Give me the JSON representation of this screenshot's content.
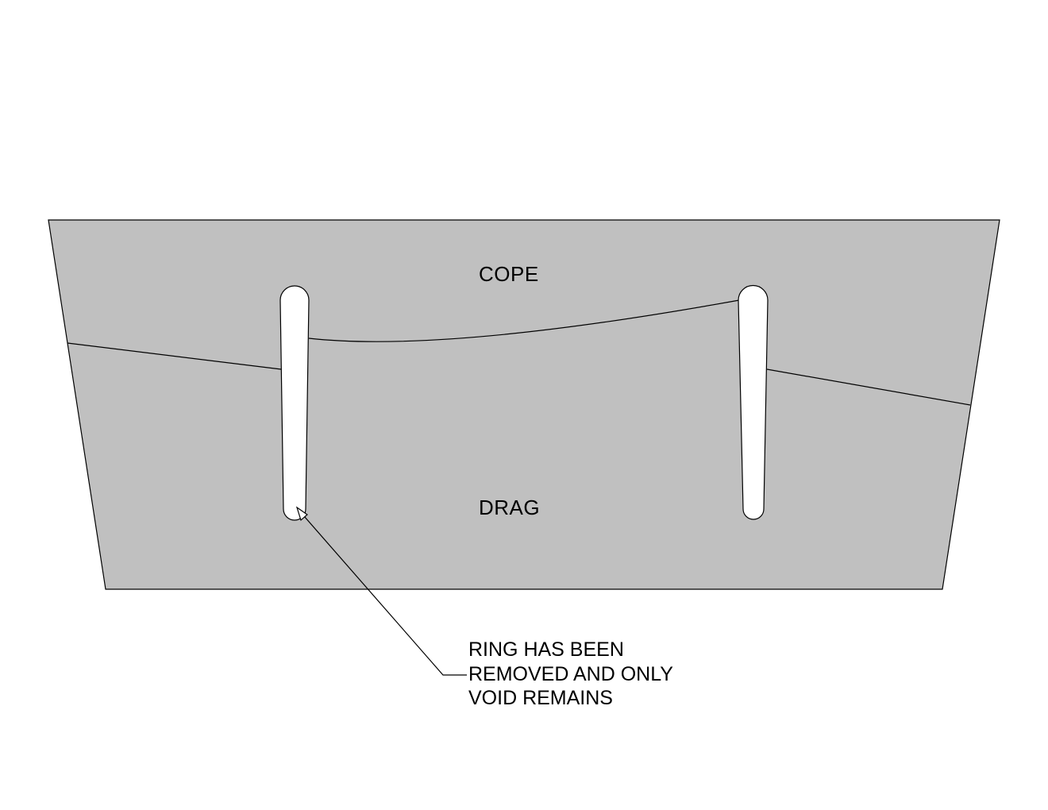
{
  "labels": {
    "cope": "COPE",
    "drag": "DRAG"
  },
  "callout": {
    "lines": [
      "RING HAS BEEN",
      "REMOVED AND ONLY",
      "VOID REMAINS"
    ]
  },
  "colors": {
    "mold_fill": "#c0c0c0",
    "void_fill": "#ffffff",
    "stroke": "#000000"
  }
}
